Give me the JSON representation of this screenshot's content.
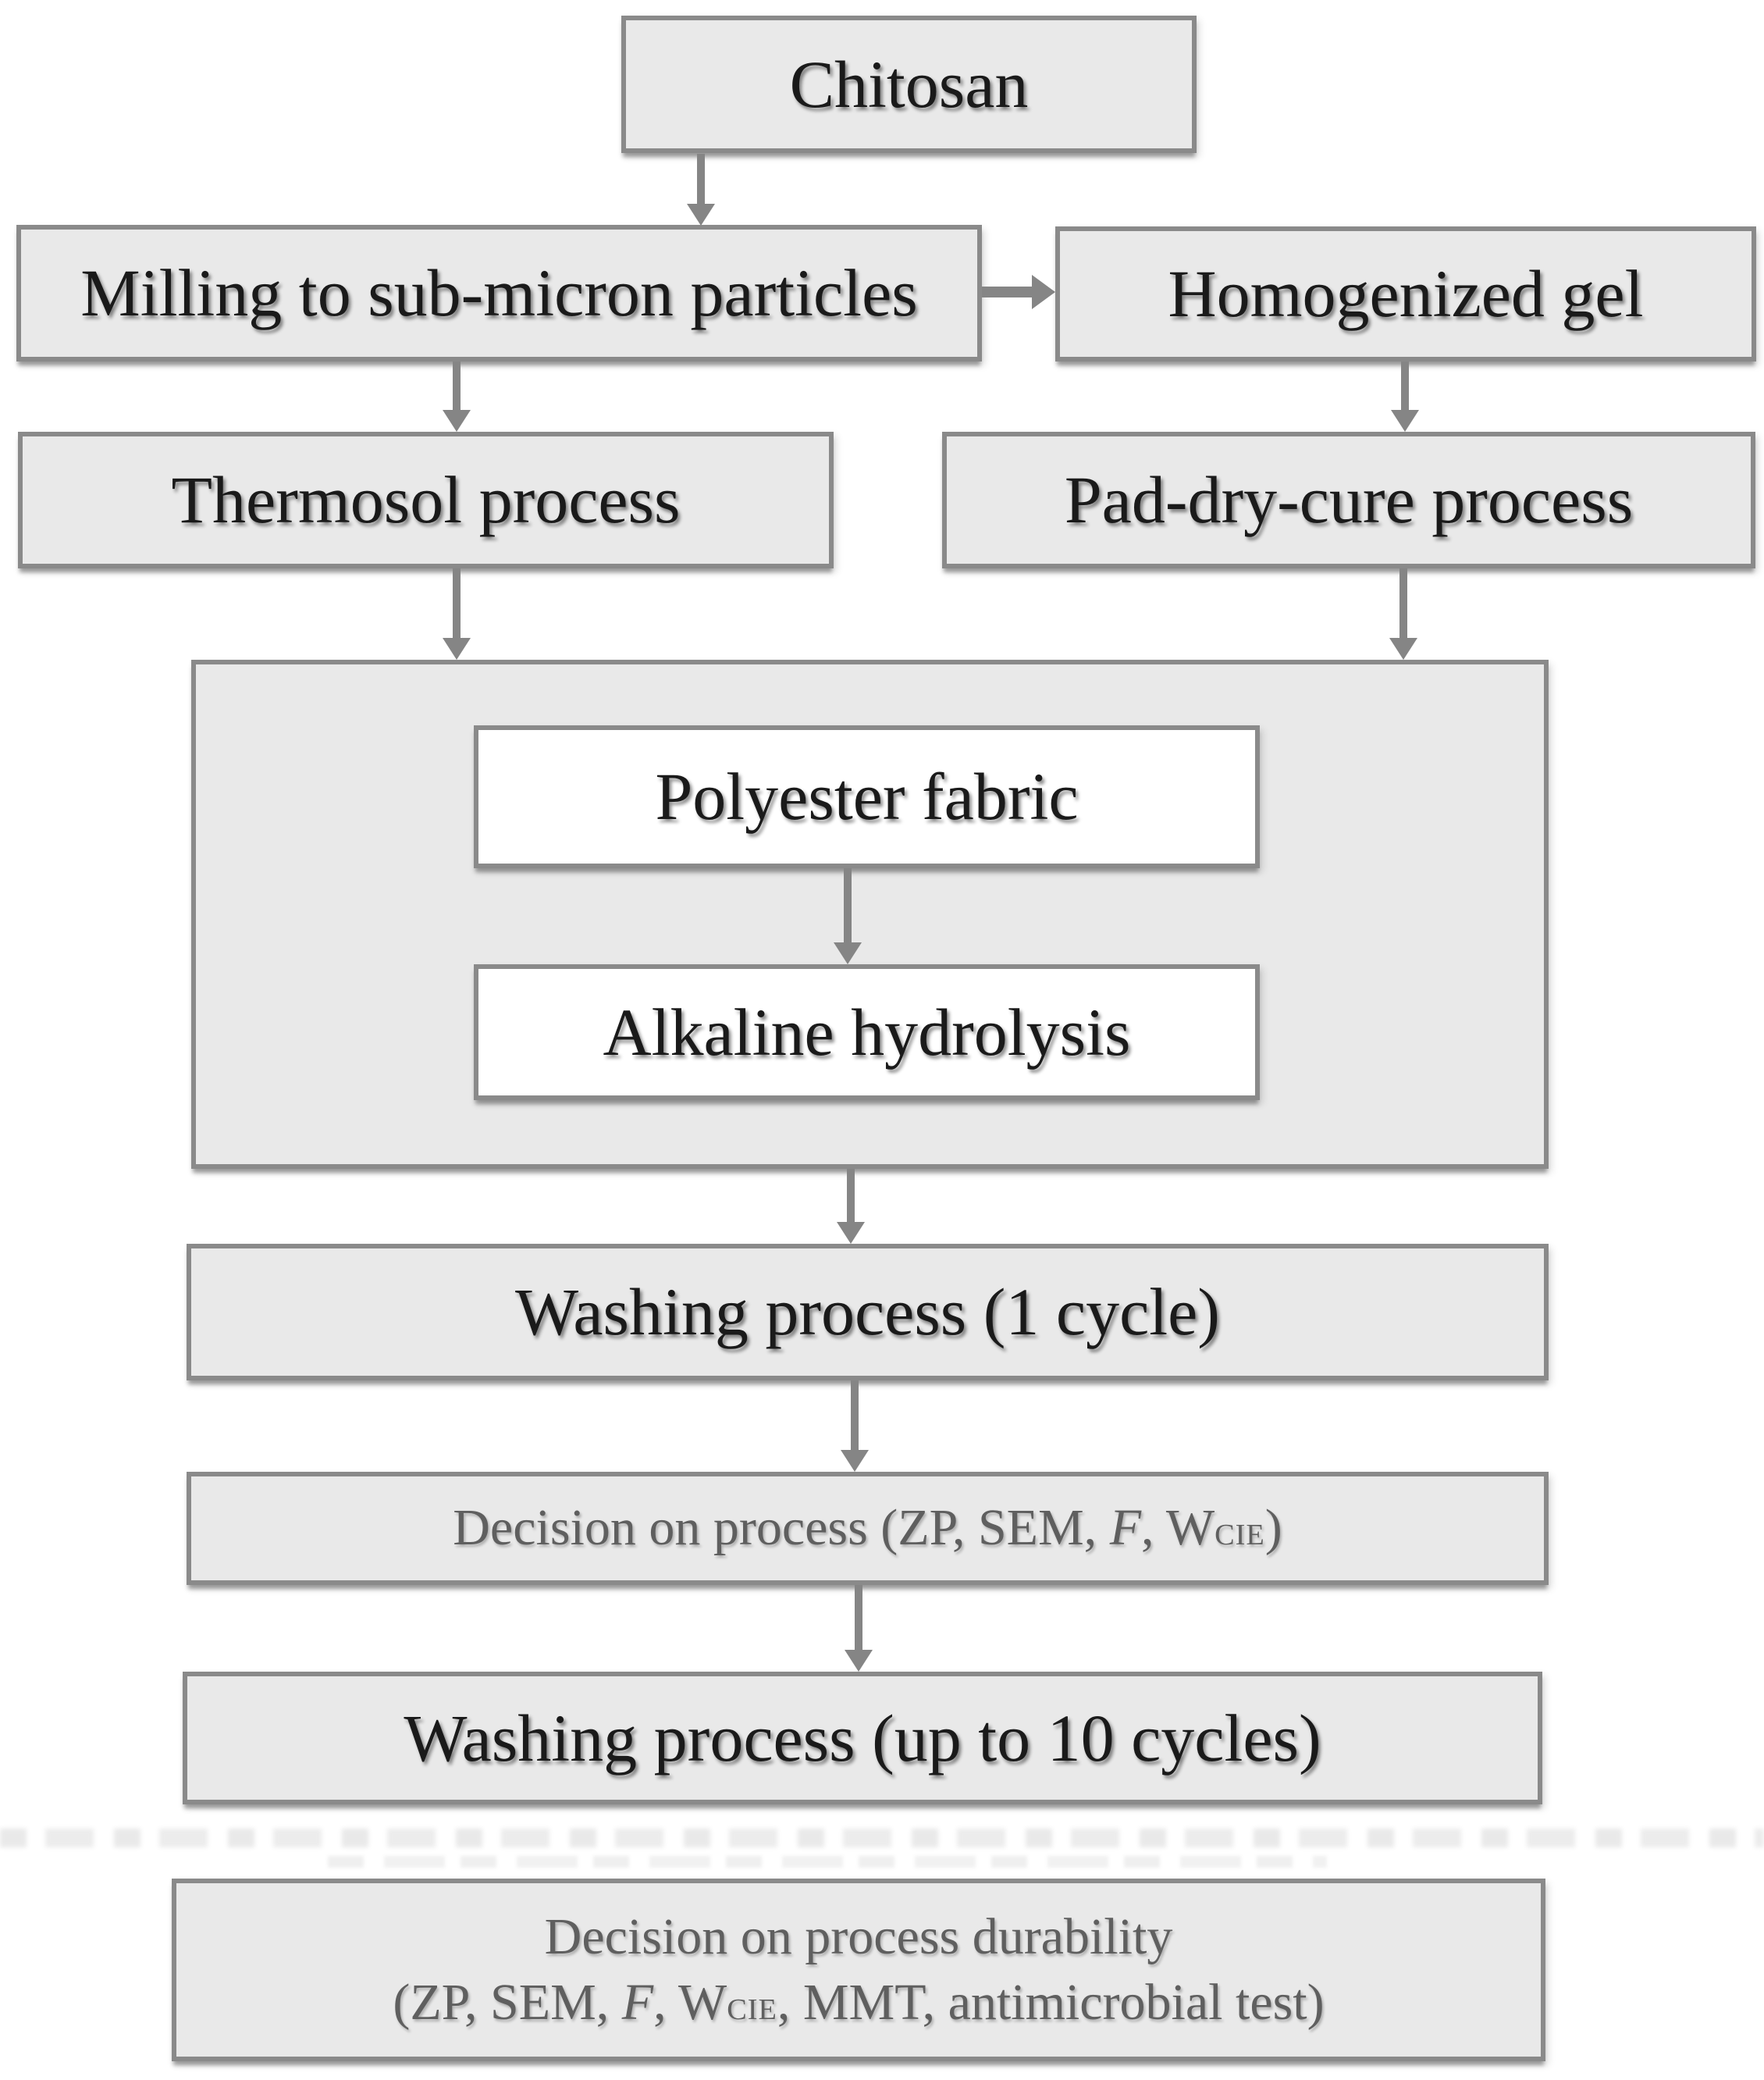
{
  "colors": {
    "box_fill": "#e9e9e9",
    "inner_fill": "#ffffff",
    "box_border": "#8a8a8a",
    "arrow": "#858585",
    "text_black": "#1a1a1a",
    "text_gray": "#5f5f5f",
    "background": "#ffffff"
  },
  "nodes": {
    "chitosan": "Chitosan",
    "milling": "Milling to sub-micron particles",
    "homogenized_gel": "Homogenized gel",
    "thermosol": "Thermosol process",
    "pad_dry_cure": "Pad-dry-cure process",
    "polyester_fabric": "Polyester fabric",
    "alkaline_hydrolysis": "Alkaline hydrolysis",
    "washing_one_cycle": "Washing process (1 cycle)",
    "decision_process": {
      "pre": "Decision on process (ZP, SEM, ",
      "f_italic": "F",
      "mid": ", W",
      "subscript": "CIE",
      "post": ")"
    },
    "washing_ten_cycles": "Washing process (up to 10 cycles)",
    "decision_durability": {
      "line1": "Decision on process durability",
      "line2_pre": "(ZP, SEM, ",
      "f_italic": "F",
      "line2_mid": ", W",
      "subscript": "CIE",
      "line2_post": ", MMT, antimicrobial test)"
    }
  },
  "edges": [
    {
      "from": "chitosan",
      "to": "milling"
    },
    {
      "from": "milling",
      "to": "homogenized_gel"
    },
    {
      "from": "milling",
      "to": "thermosol"
    },
    {
      "from": "homogenized_gel",
      "to": "pad_dry_cure"
    },
    {
      "from": "thermosol",
      "to": "fabric_treatment_container"
    },
    {
      "from": "pad_dry_cure",
      "to": "fabric_treatment_container"
    },
    {
      "from": "polyester_fabric",
      "to": "alkaline_hydrolysis"
    },
    {
      "from": "fabric_treatment_container",
      "to": "washing_one_cycle"
    },
    {
      "from": "washing_one_cycle",
      "to": "decision_process"
    },
    {
      "from": "decision_process",
      "to": "washing_ten_cycles"
    }
  ]
}
